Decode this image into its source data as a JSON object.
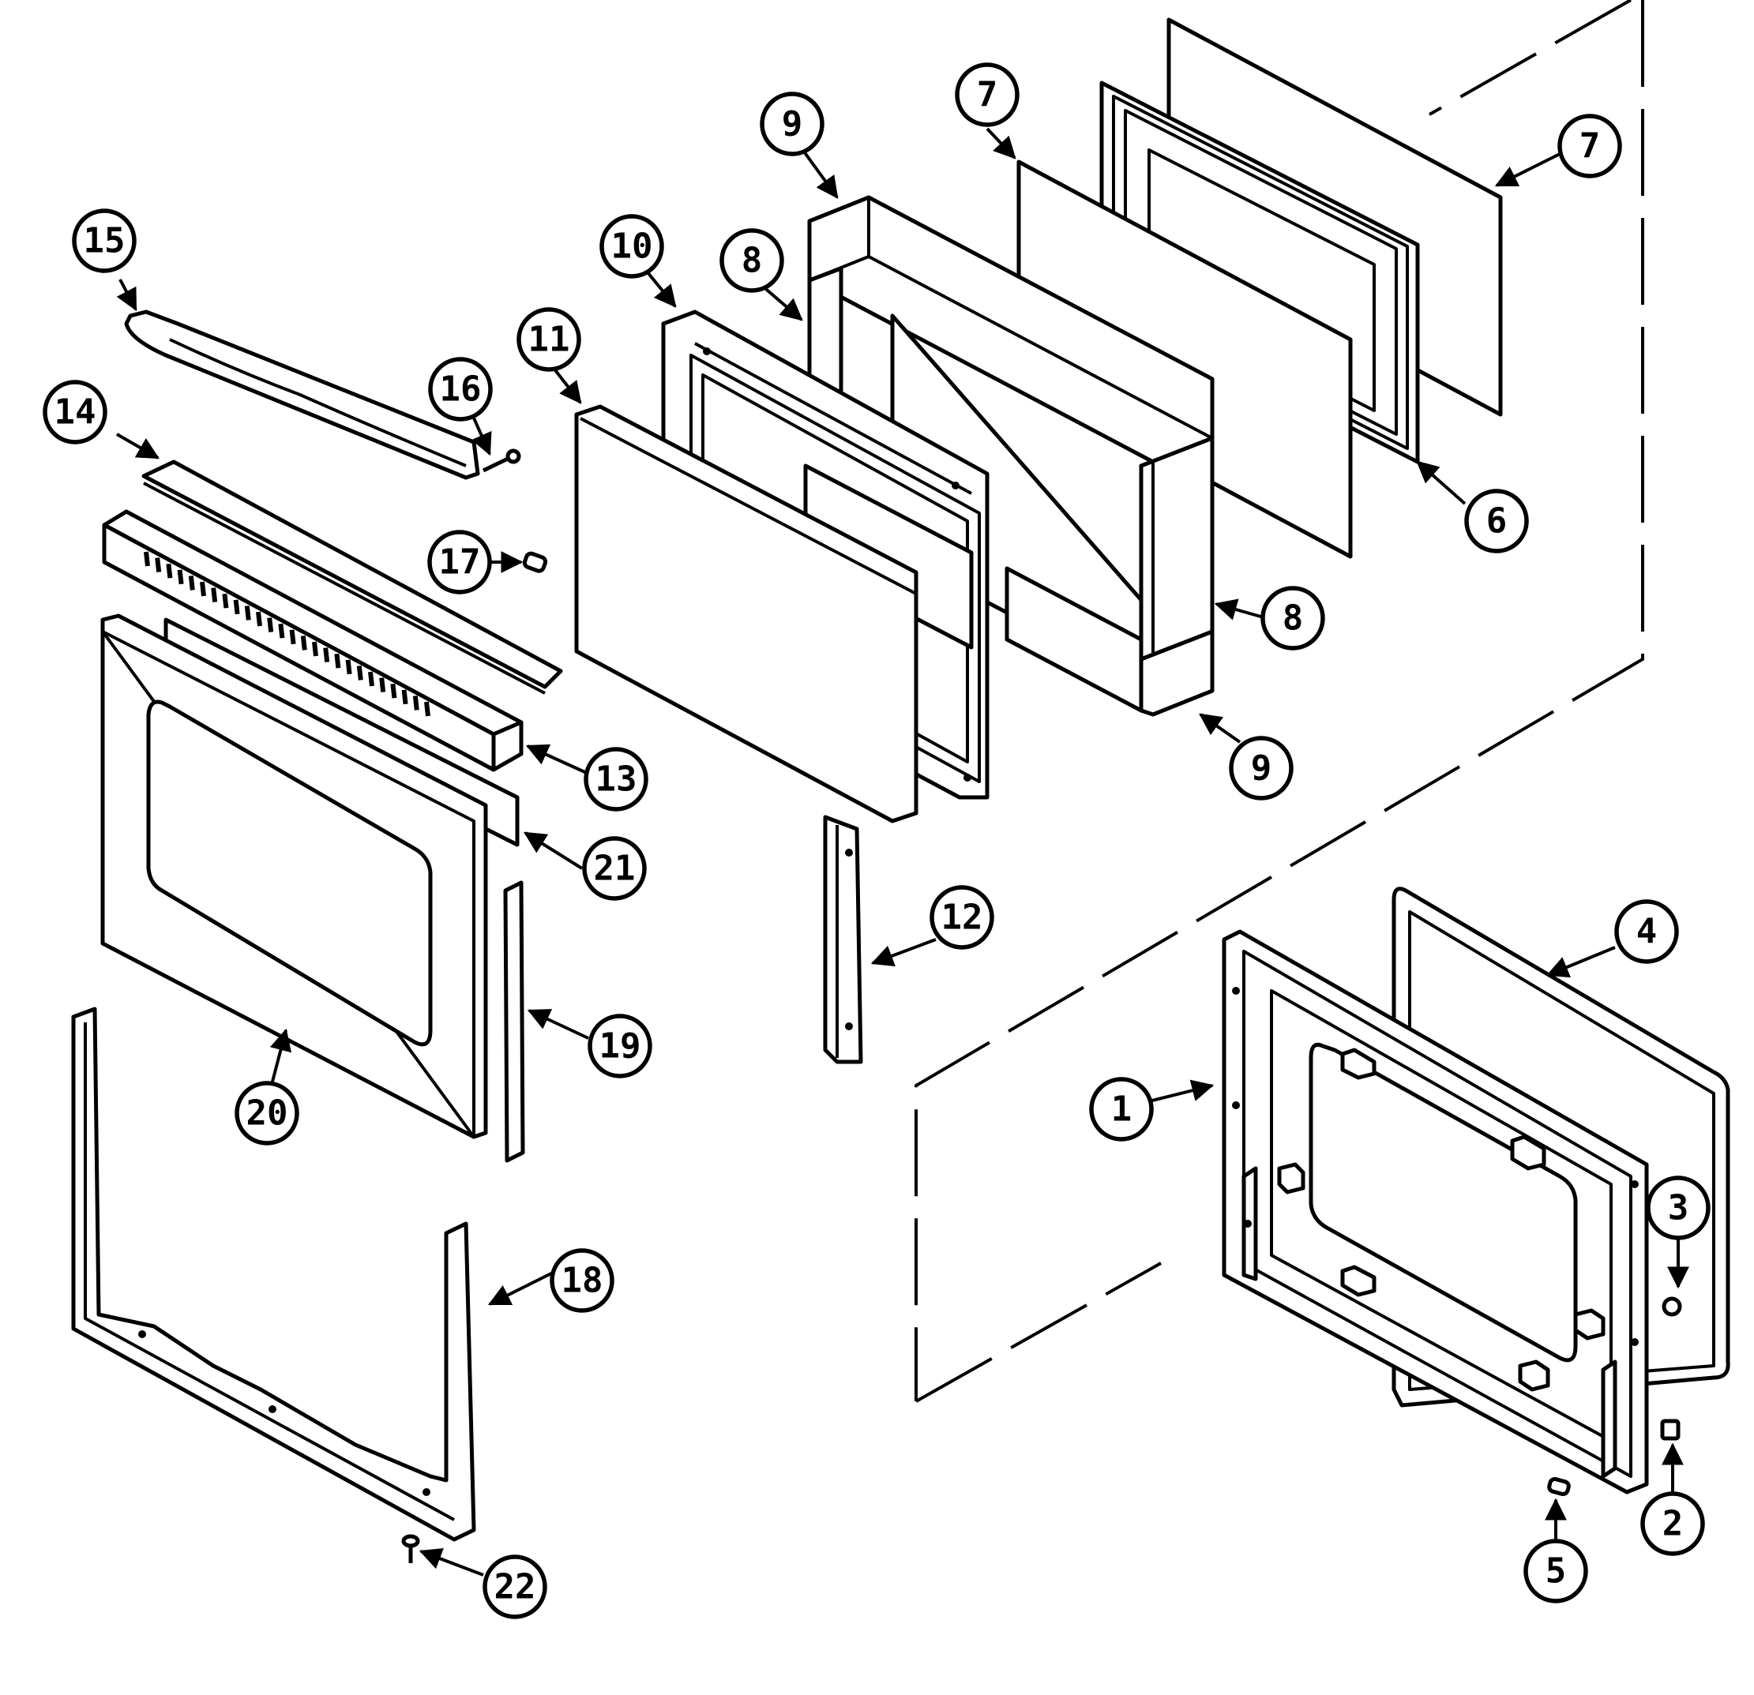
{
  "callouts": [
    {
      "id": "c1",
      "label": "1"
    },
    {
      "id": "c2",
      "label": "2"
    },
    {
      "id": "c3",
      "label": "3"
    },
    {
      "id": "c4",
      "label": "4"
    },
    {
      "id": "c5",
      "label": "5"
    },
    {
      "id": "c6",
      "label": "6"
    },
    {
      "id": "c7a",
      "label": "7"
    },
    {
      "id": "c7b",
      "label": "7"
    },
    {
      "id": "c8a",
      "label": "8"
    },
    {
      "id": "c8b",
      "label": "8"
    },
    {
      "id": "c9a",
      "label": "9"
    },
    {
      "id": "c9b",
      "label": "9"
    },
    {
      "id": "c10",
      "label": "10"
    },
    {
      "id": "c11",
      "label": "11"
    },
    {
      "id": "c12",
      "label": "12"
    },
    {
      "id": "c13",
      "label": "13"
    },
    {
      "id": "c14",
      "label": "14"
    },
    {
      "id": "c15",
      "label": "15"
    },
    {
      "id": "c16",
      "label": "16"
    },
    {
      "id": "c17",
      "label": "17"
    },
    {
      "id": "c18",
      "label": "18"
    },
    {
      "id": "c19",
      "label": "19"
    },
    {
      "id": "c20",
      "label": "20"
    },
    {
      "id": "c21",
      "label": "21"
    },
    {
      "id": "c22",
      "label": "22"
    }
  ]
}
